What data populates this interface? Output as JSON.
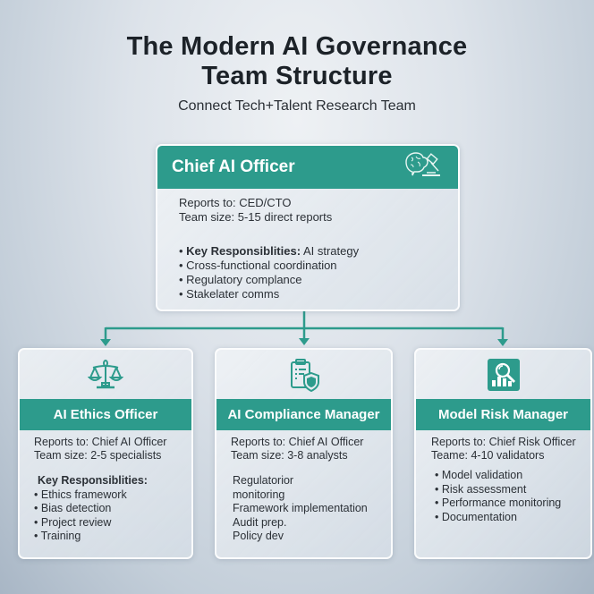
{
  "header": {
    "title_line1": "The Modern AI Governance",
    "title_line2": "Team Structure",
    "subtitle": "Connect Tech+Talent Research Team"
  },
  "colors": {
    "accent": "#2d9b8c",
    "title_text": "#1c2228",
    "card_border": "#ffffff"
  },
  "chief": {
    "title": "Chief AI Officer",
    "icon": "brain-gavel-icon",
    "reports_to": "Reports to: CED/CTO",
    "team_size": "Team size: 5-15 direct reports",
    "responsibilities_label": "Key Responsiblities:",
    "responsibilities": [
      "AI strategy",
      "Cross-functional coordination",
      "Regulatory complance",
      "Stakelater comms"
    ]
  },
  "roles": [
    {
      "title": "AI Ethics Officer",
      "icon": "scales-icon",
      "reports_to": "Reports to: Chief AI Officer",
      "team_size": "Team size: 2-5 specialists",
      "responsibilities_label": "Key Responsiblities:",
      "responsibilities": [
        "Ethics framework",
        "Bias detection",
        "Project review",
        "Training"
      ]
    },
    {
      "title": "AI Compliance Manager",
      "icon": "clipboard-shield-icon",
      "reports_to": "Reports to: Chief AI Officer",
      "team_size": "Team size: 3-8 analysts",
      "responsibilities": [
        "Regulatorior",
        "monitoring",
        "Framework implementation",
        "Audit prep.",
        "Policy dev"
      ]
    },
    {
      "title": "Model Risk Manager",
      "icon": "chart-magnifier-icon",
      "reports_to": "Reports to: Chief Risk Officer",
      "team_size": "Teame: 4-10 validators",
      "responsibilities": [
        "Model validation",
        "Risk assessment",
        "Performance monitoring",
        "Documentation"
      ]
    }
  ]
}
